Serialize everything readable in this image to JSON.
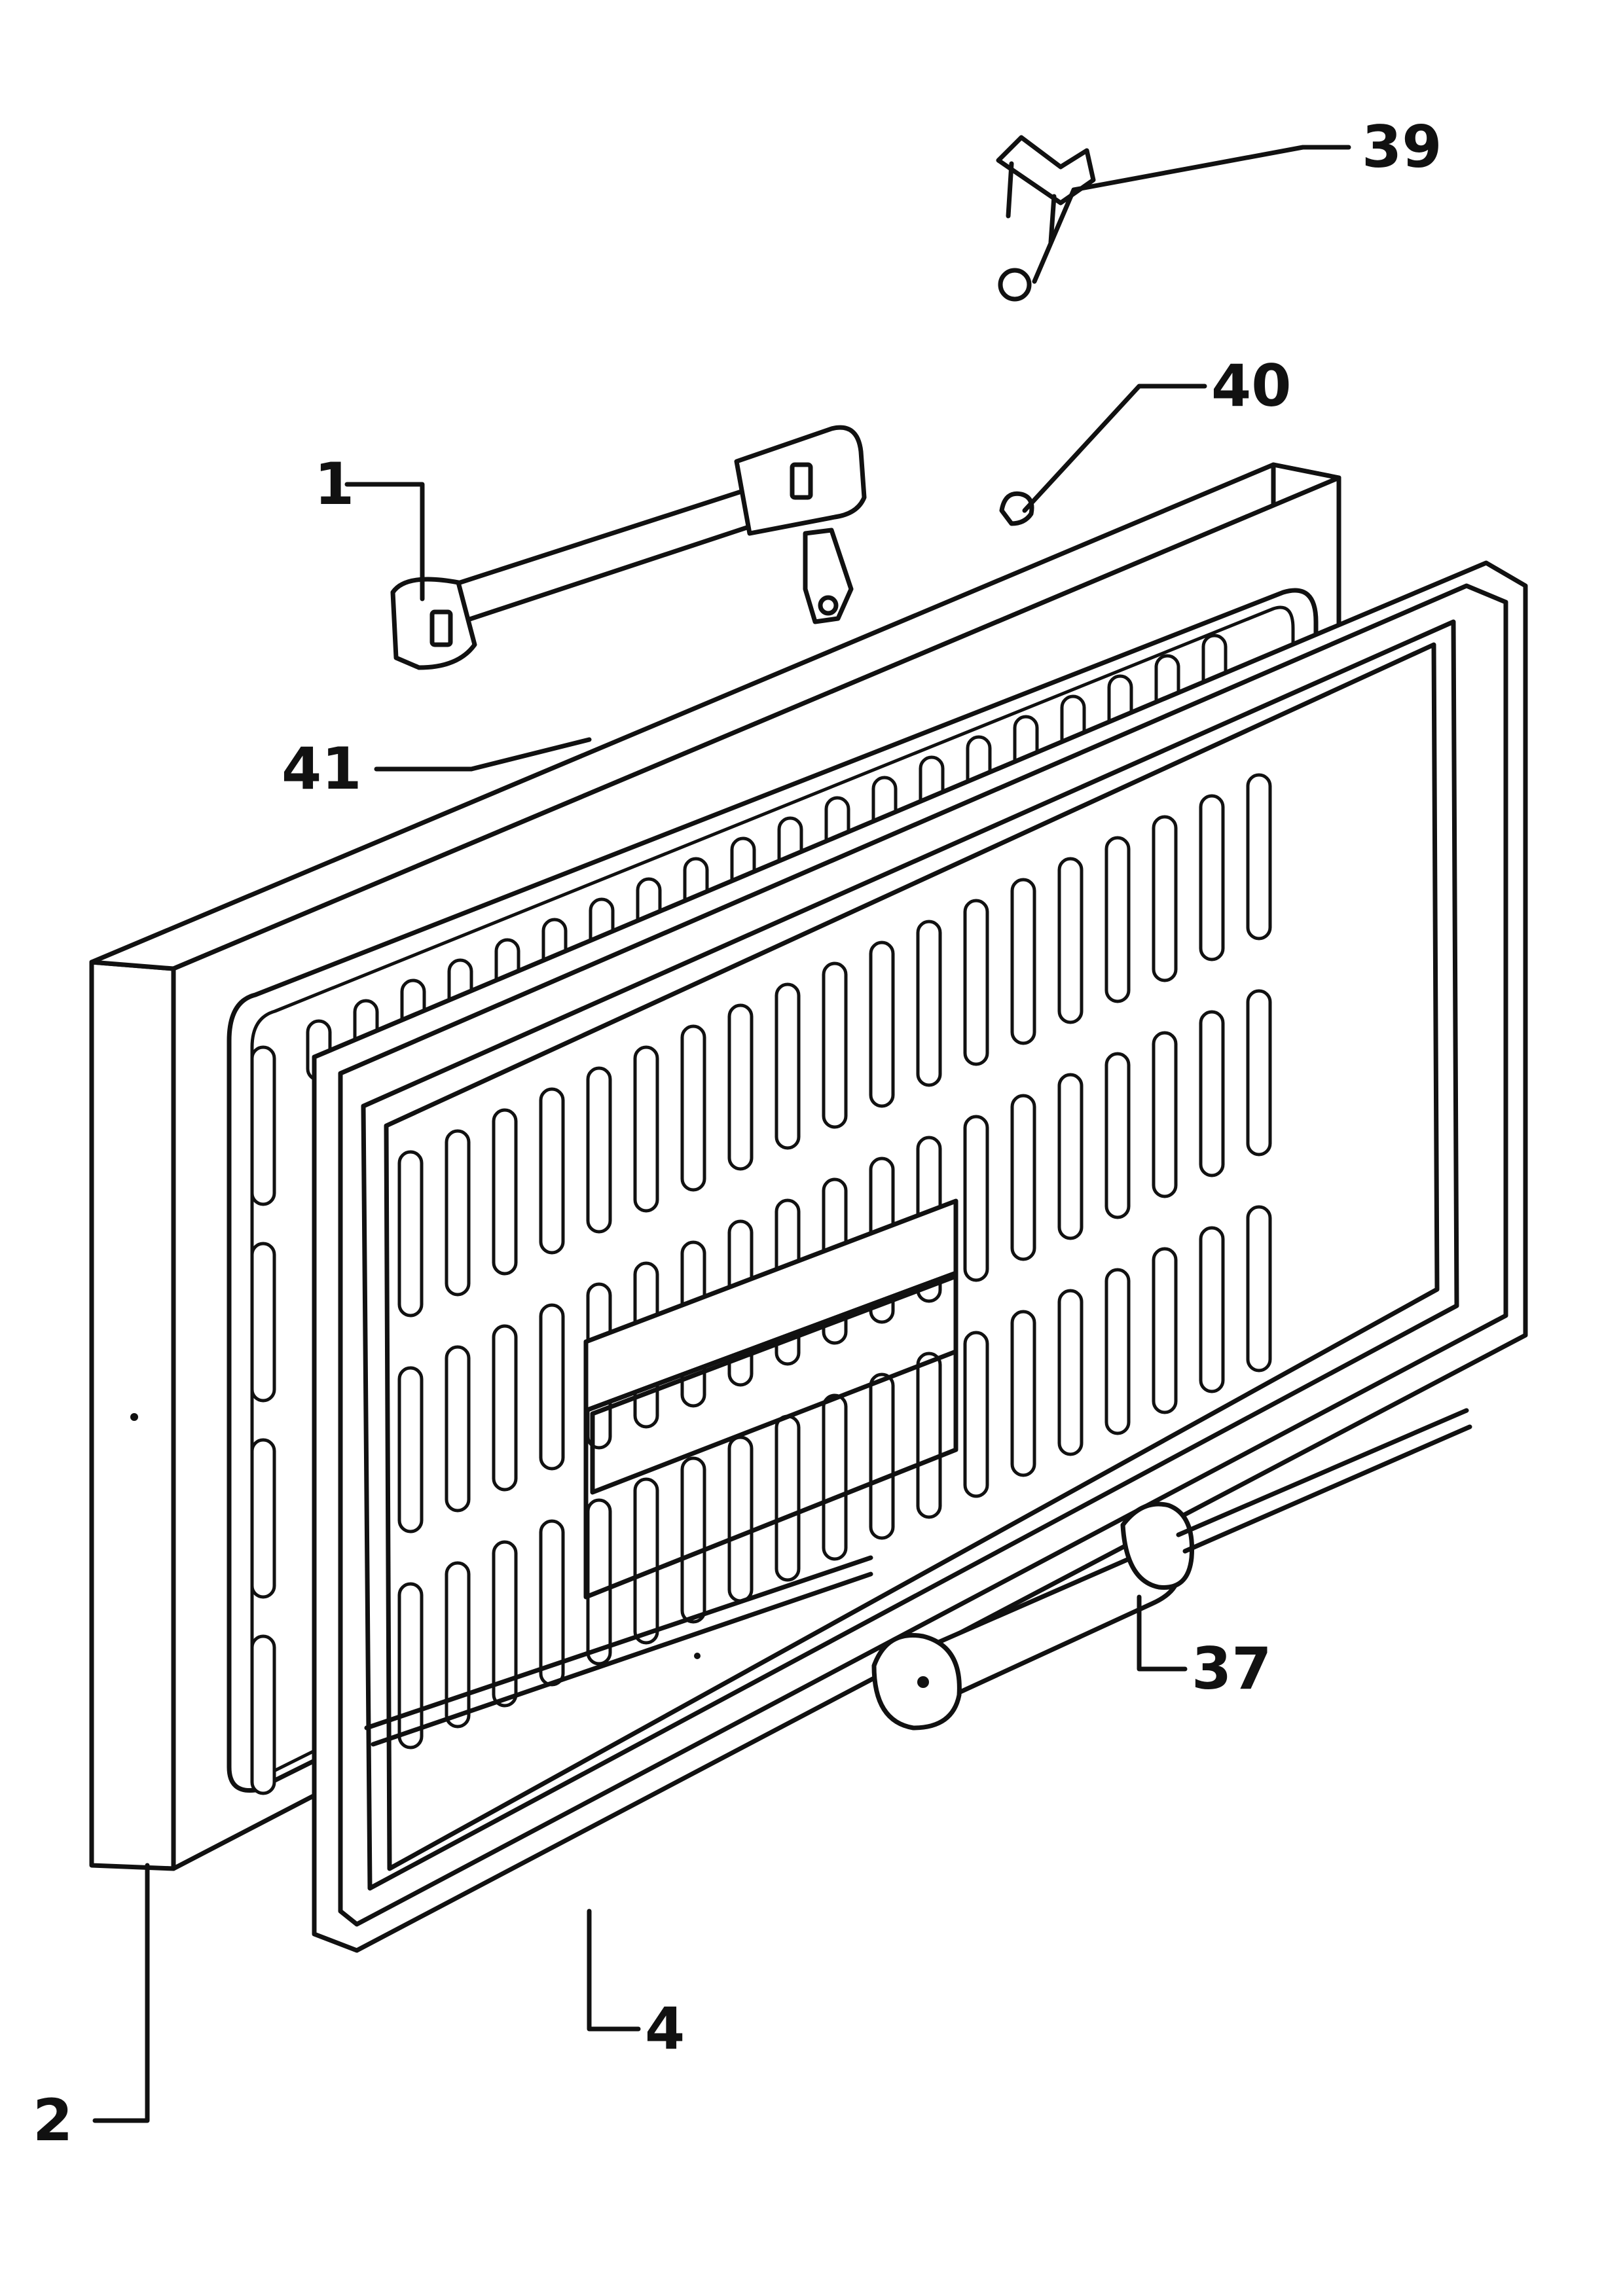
{
  "diagram": {
    "callouts": [
      {
        "id": "part-39",
        "label": "39"
      },
      {
        "id": "part-40",
        "label": "40"
      },
      {
        "id": "part-1",
        "label": "1"
      },
      {
        "id": "part-41",
        "label": "41"
      },
      {
        "id": "part-37",
        "label": "37"
      },
      {
        "id": "part-4",
        "label": "4"
      },
      {
        "id": "part-2",
        "label": "2"
      }
    ]
  }
}
